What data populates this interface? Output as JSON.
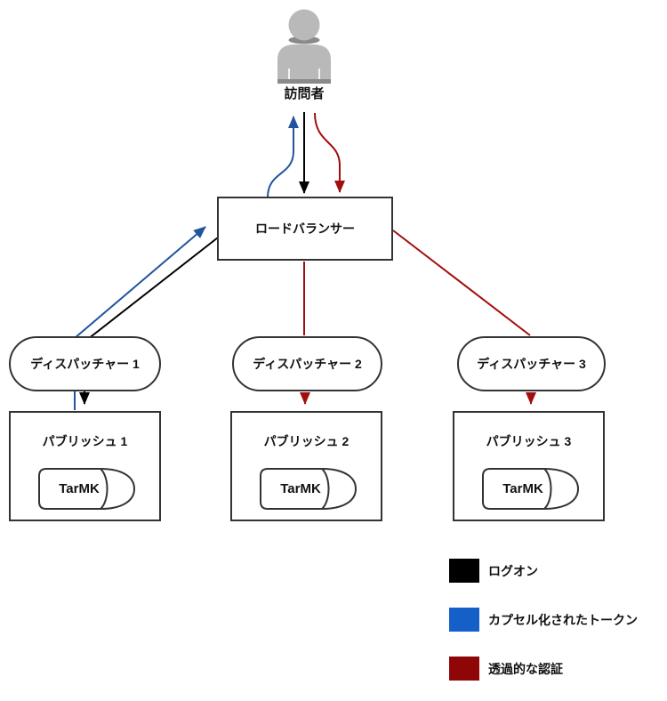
{
  "diagram": {
    "visitor": {
      "label": "訪問者",
      "icon": "person-icon"
    },
    "load_balancer": {
      "label": "ロードバランサー"
    },
    "dispatchers": [
      {
        "label": "ディスパッチャー 1"
      },
      {
        "label": "ディスパッチャー 2"
      },
      {
        "label": "ディスパッチャー 3"
      }
    ],
    "publishers": [
      {
        "label": "パブリッシュ 1",
        "storage": "TarMK"
      },
      {
        "label": "パブリッシュ 2",
        "storage": "TarMK"
      },
      {
        "label": "パブリッシュ 3",
        "storage": "TarMK"
      }
    ],
    "legend": {
      "items": [
        {
          "label": "ログオン",
          "color": "#000000"
        },
        {
          "label": "カプセル化されたトークン",
          "color": "#1560c8"
        },
        {
          "label": "透過的な認証",
          "color": "#8f0606"
        }
      ]
    },
    "colors": {
      "logon_line": "#000000",
      "token_line": "#21549f",
      "auth_line": "#a30d0d",
      "node_border": "#333333",
      "person_gray": "#b9b9b9",
      "person_gray_dark": "#8a8a8a"
    }
  }
}
